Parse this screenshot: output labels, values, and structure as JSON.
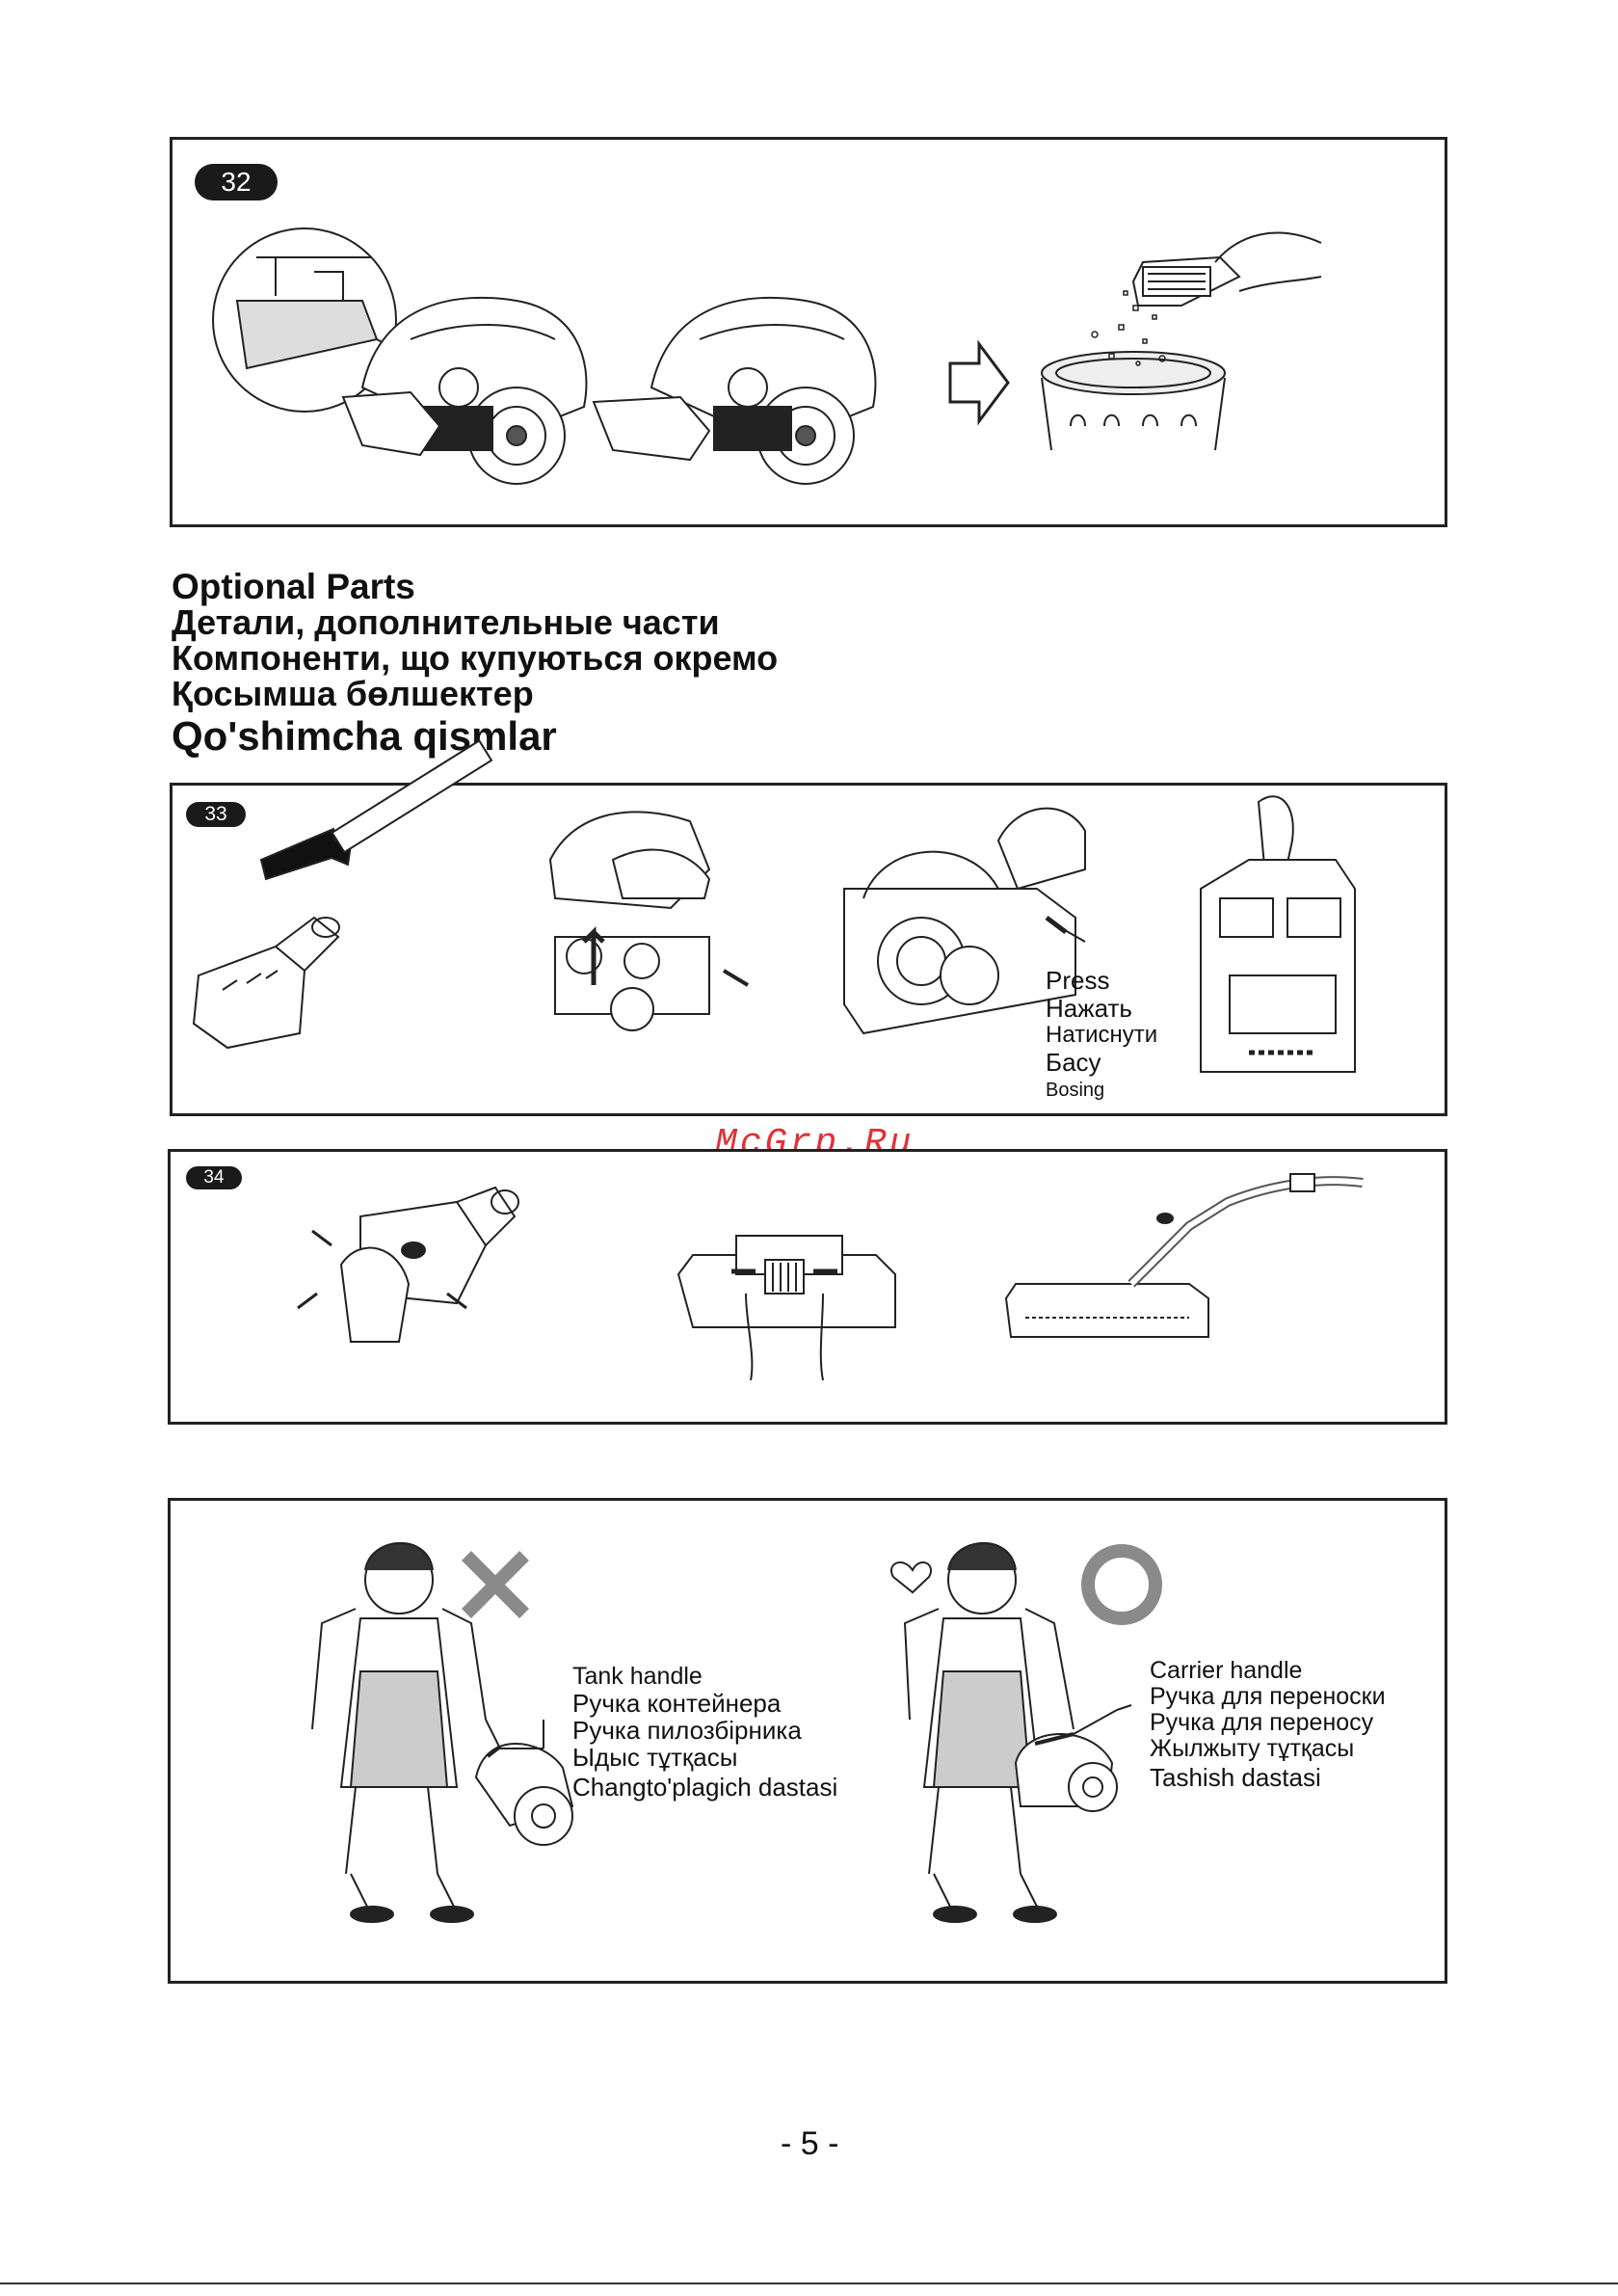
{
  "panel32": {
    "step": "32"
  },
  "optional_parts": {
    "lines": [
      "Optional Parts",
      "Детали, дополнительные части",
      "Компоненти, що купуються окремо",
      "Қосымша бөлшектер",
      "Qo'shimcha qismlar"
    ]
  },
  "panel33": {
    "step": "33",
    "press_labels": [
      "Press",
      "Нажать",
      "Натиснути",
      "Басу",
      "Bosing"
    ]
  },
  "panel34": {
    "step": "34"
  },
  "watermark": "McGrp.Ru",
  "handles": {
    "tank": [
      "Tank handle",
      "Ручка контейнера",
      "Ручка пилозбірника",
      "Ыдыс тұтқасы",
      "Changto'plagich dastasi"
    ],
    "carrier": [
      "Carrier handle",
      "Ручка для переноски",
      "Ручка для переносу",
      "Жылжыту тұтқасы",
      "Tashish dastasi"
    ]
  },
  "colors": {
    "wrong_mark": "#8a8a8a",
    "right_mark": "#8a8a8a",
    "watermark": "#e0323a"
  },
  "page_number": "- 5 -"
}
